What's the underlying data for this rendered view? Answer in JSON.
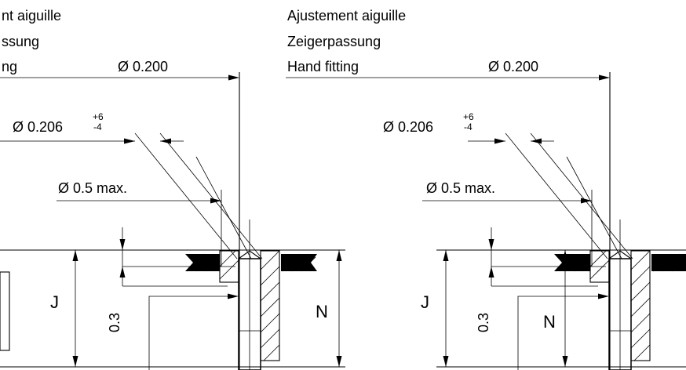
{
  "left_view": {
    "label_lines": [
      "nt  aiguille",
      "ssung",
      "ng"
    ],
    "dim_200": "Ø 0.200",
    "dim_206": "Ø 0.206",
    "tol_upper": "+6",
    "tol_lower": "-4",
    "dim_05": "Ø 0.5 max.",
    "dim_J": "J",
    "dim_03": "0.3",
    "dim_N": "N"
  },
  "right_view": {
    "label_lines": [
      "Ajustement  aiguille",
      "Zeigerpassung",
      "Hand fitting"
    ],
    "dim_200": "Ø 0.200",
    "dim_206": "Ø 0.206",
    "tol_upper": "+6",
    "tol_lower": "-4",
    "dim_05": "Ø 0.5 max.",
    "dim_J": "J",
    "dim_03": "0.3",
    "dim_N": "N"
  }
}
